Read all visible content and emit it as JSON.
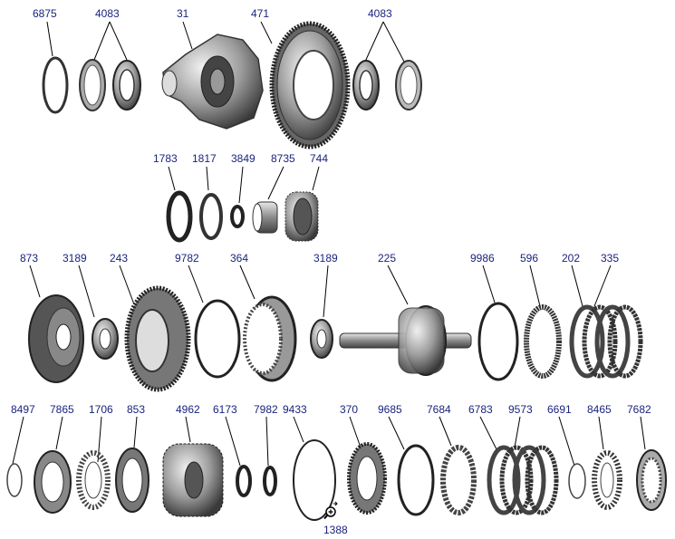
{
  "diagram": {
    "row1": {
      "p6875": "6875",
      "p4083a": "4083",
      "p31": "31",
      "p471": "471",
      "p4083b": "4083"
    },
    "row2": {
      "p1783": "1783",
      "p1817": "1817",
      "p3849": "3849",
      "p8735": "8735",
      "p744": "744"
    },
    "row3": {
      "p873": "873",
      "p3189a": "3189",
      "p243": "243",
      "p9782": "9782",
      "p364": "364",
      "p3189b": "3189",
      "p225": "225",
      "p9986": "9986",
      "p596": "596",
      "p202": "202",
      "p335": "335"
    },
    "row4": {
      "p8497": "8497",
      "p7865": "7865",
      "p1706": "1706",
      "p853": "853",
      "p4962": "4962",
      "p6173": "6173",
      "p7982": "7982",
      "p9433": "9433",
      "p370": "370",
      "p9685": "9685",
      "p7684": "7684",
      "p6783": "6783",
      "p9573": "9573",
      "p6691": "6691",
      "p8465": "8465",
      "p7682": "7682",
      "p1388": "1388"
    }
  },
  "colors": {
    "label": "#1a237e",
    "leader": "#000000",
    "metal_dark": "#333333",
    "metal_mid": "#888888",
    "metal_light": "#cfcfcf"
  },
  "icons": {
    "zoom": "magnifier-plus-icon"
  }
}
